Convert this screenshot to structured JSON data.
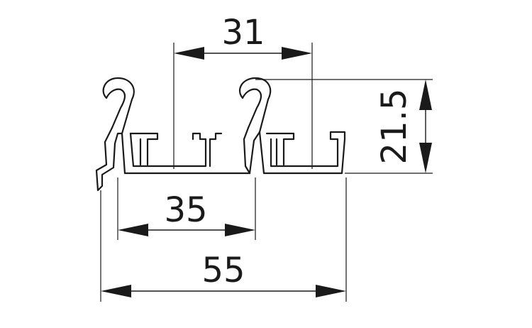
{
  "dimensions": {
    "top_spacing": "31",
    "height": "21.5",
    "inner_width": "35",
    "overall_width": "55"
  }
}
